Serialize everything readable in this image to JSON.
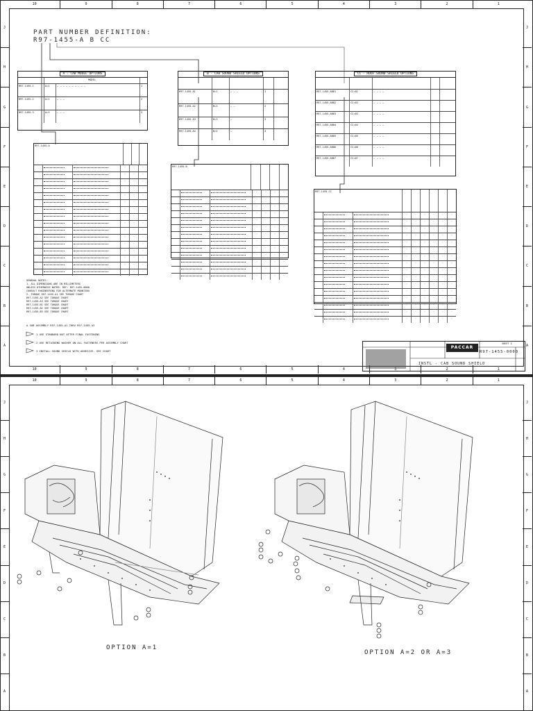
{
  "page": {
    "part_number_heading": "PART NUMBER DEFINITION:",
    "part_number_format": "R97-1455-A B CC",
    "zone_columns_top": [
      "10",
      "9",
      "8",
      "7",
      "6",
      "5",
      "4",
      "3",
      "2",
      "1"
    ],
    "zone_rows_side": [
      "J",
      "H",
      "G",
      "F",
      "E",
      "D",
      "C",
      "B",
      "A"
    ]
  },
  "tables": {
    "cab_model": {
      "header": "A - CAB MODEL OPTIONS",
      "rows": [
        [
          "R97-1455-1",
          "A=1",
          "1"
        ],
        [
          "R97-1455-2",
          "A=2",
          "2"
        ],
        [
          "R97-1455-3",
          "A=3",
          "3"
        ]
      ]
    },
    "b_options": {
      "header": "B - CAB SOUND SHIELD OPTIONS",
      "rows": [
        [
          "R97-1455-A1",
          "B=1",
          "1"
        ],
        [
          "R97-1455-A2",
          "B=2",
          "2"
        ],
        [
          "R97-1455-A3",
          "B=3",
          "3"
        ],
        [
          "R97-1455-A4",
          "B=4",
          "4"
        ]
      ]
    },
    "cc_options": {
      "header": "CC - ROOF SOUND SHIELD OPTIONS",
      "rows": [
        [
          "R97-1455-AB01",
          "01"
        ],
        [
          "R97-1455-AB02",
          "02"
        ],
        [
          "R97-1455-AB03",
          "03"
        ],
        [
          "R97-1455-AB04",
          "04"
        ],
        [
          "R97-1455-AB05",
          "05"
        ],
        [
          "R97-1455-AB06",
          "06"
        ],
        [
          "R97-1455-AB07",
          "07"
        ]
      ]
    },
    "parts_a": {
      "label": "R97-1455-A",
      "rows": 16
    },
    "parts_b": {
      "label": "R97-1455-B",
      "rows": 13
    },
    "parts_cc": {
      "label": "R97-1455-CC",
      "rows": 16
    }
  },
  "notes": {
    "heading": "GENERAL NOTES:",
    "lines": [
      "1. ALL DIMENSIONS ARE IN MILLIMETERS",
      "   UNLESS OTHERWISE NOTED. REF: R97-1455-0000",
      "   CONSULT ENGINEERING FOR ALTERNATE MOUNTING",
      "2. TORQUE  R97-1455-A1  SEE TORQUE CHART",
      "   R97-1455-A2  SEE TORQUE CHART",
      "   R97-1455-A3  SEE TORQUE CHART",
      "   R97-1455-B1  SEE TORQUE CHART",
      "   R97-1455-B2  SEE TORQUE CHART",
      "   R97-1455-B3  SEE TORQUE CHART"
    ],
    "flag_lines": [
      "A  SUB ASSEMBLY R97-1455-A1 THRU R97-1455-A3",
      "1  USE STANDARD NUT AFTER FINAL FASTENING",
      "2  USE RETAINING WASHER ON ALL FASTENERS PER ASSEMBLY CHART",
      "3  INSTALL SOUND SHIELD WITH ADHESIVE. SEE CHART"
    ]
  },
  "title_block": {
    "company": "PACCAR",
    "drawing_number": "R97-1455-0000",
    "title": "INSTL - CAB SOUND SHIELD",
    "sheet": "SHEET 2"
  },
  "views": {
    "left_caption": "OPTION A=1",
    "right_caption": "OPTION A=2 OR A=3"
  }
}
